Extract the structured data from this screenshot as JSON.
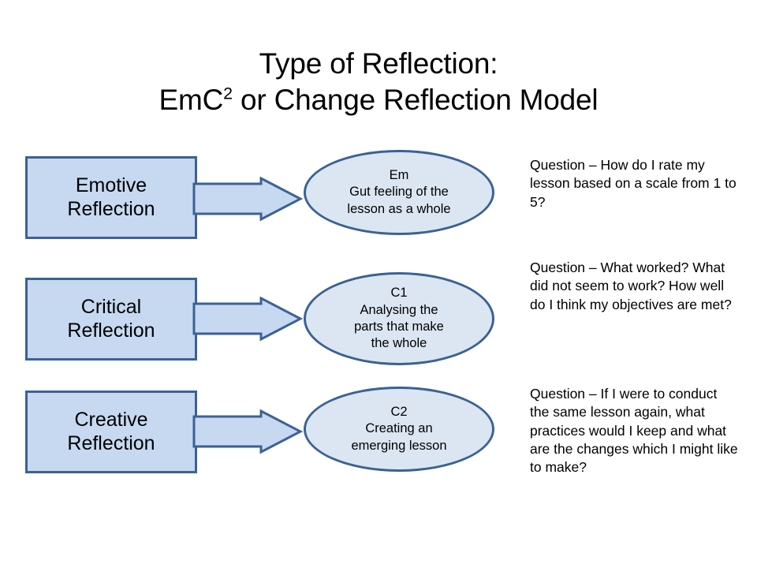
{
  "title": {
    "line1": "Type of Reflection:",
    "line2_prefix": "EmC",
    "line2_sup": "2",
    "line2_suffix": " or Change Reflection Model"
  },
  "colors": {
    "box_fill": "#C6D9F1",
    "ellipse_fill": "#DCE6F2",
    "stroke": "#3B6294",
    "arrow_fill": "#C6D9F1",
    "text": "#000000",
    "background": "#FFFFFF"
  },
  "rows": [
    {
      "box_label": "Emotive\nReflection",
      "box_line1": "Emotive",
      "box_line2": "Reflection",
      "ellipse_line1": "Em",
      "ellipse_line2": "Gut feeling of the",
      "ellipse_line3": "lesson as a whole",
      "ellipse_line4": "",
      "question": "Question – How do I rate my lesson based on a scale from 1 to 5?"
    },
    {
      "box_label": "Critical\nReflection",
      "box_line1": "Critical",
      "box_line2": "Reflection",
      "ellipse_line1": "C1",
      "ellipse_line2": "Analysing the",
      "ellipse_line3": "parts that make",
      "ellipse_line4": "the whole",
      "question": "Question – What worked? What did not seem to work? How well do I think my objectives are met?"
    },
    {
      "box_label": "Creative\nReflection",
      "box_line1": "Creative",
      "box_line2": "Reflection",
      "ellipse_line1": "C2",
      "ellipse_line2": "Creating an",
      "ellipse_line3": "emerging lesson",
      "ellipse_line4": "",
      "question": "Question – If I were to conduct the same lesson again, what practices would I keep and what are the changes which I might like to make?"
    }
  ]
}
